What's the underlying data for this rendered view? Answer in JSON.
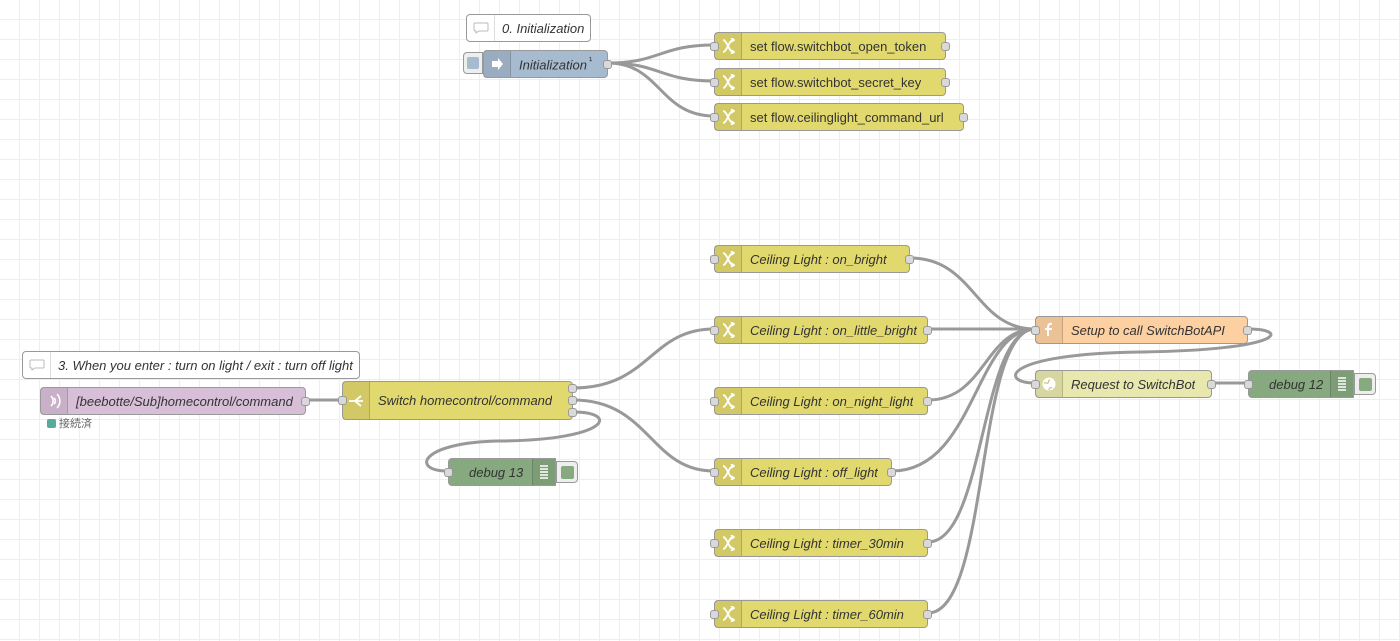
{
  "comments": {
    "init": "0. Initialization",
    "enter": "3. When you enter : turn on light / exit : turn off light"
  },
  "inject": {
    "label": "Initialization",
    "repeat_marker": "¹"
  },
  "init_changes": [
    "set flow.switchbot_open_token",
    "set flow.switchbot_secret_key",
    "set flow.ceilinglight_command_url"
  ],
  "mqtt": {
    "label": "[beebotte/Sub]homecontrol/command",
    "status": "接続済",
    "status_color": "#55aa99"
  },
  "switch_node": {
    "label": "Switch homecontrol/command"
  },
  "debug13": {
    "label": "debug 13"
  },
  "light_changes": [
    "Ceiling Light : on_bright",
    "Ceiling Light : on_little_bright",
    "Ceiling Light : on_night_light",
    "Ceiling Light : off_light",
    "Ceiling Light : timer_30min",
    "Ceiling Light : timer_60min"
  ],
  "function_node": {
    "label": "Setup to call SwitchBotAPI"
  },
  "http_node": {
    "label": "Request to SwitchBot"
  },
  "debug12": {
    "label": "debug 12"
  },
  "colors": {
    "change": "#e2d96e",
    "function": "#fdd0a2",
    "http": "#e7e7ae",
    "debug": "#87a980",
    "inject": "#a6bbcf",
    "mqtt": "#d8bfd8",
    "wire": "#999999"
  },
  "icons": {
    "change": "shuffle-icon",
    "switch": "switch-icon",
    "function": "function-icon",
    "http": "globe-icon",
    "debug": "list-icon",
    "inject": "arrow-in-icon",
    "mqtt": "bridge-icon",
    "comment": "speech-bubble-icon"
  }
}
